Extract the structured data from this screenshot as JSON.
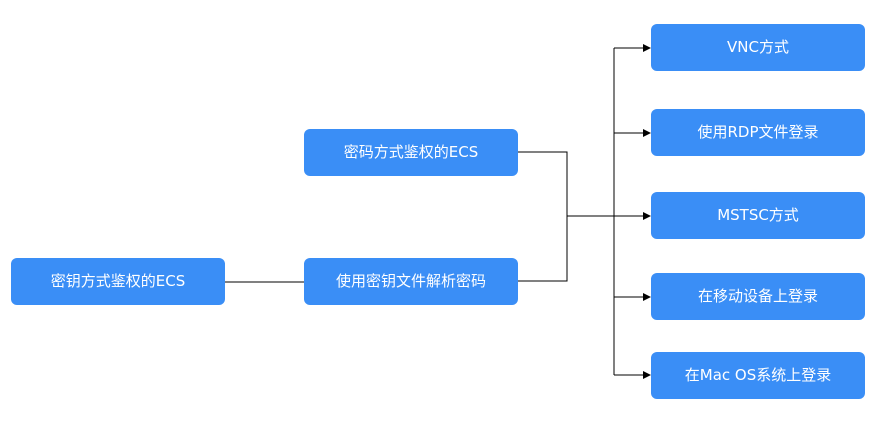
{
  "nodes": {
    "key_auth_ecs": "密钥方式鉴权的ECS",
    "password_auth_ecs": "密码方式鉴权的ECS",
    "decrypt_with_key_file": "使用密钥文件解析密码",
    "vnc": "VNC方式",
    "rdp_file_login": "使用RDP文件登录",
    "mstsc": "MSTSC方式",
    "mobile_login": "在移动设备上登录",
    "mac_os_login": "在Mac OS系统上登录"
  },
  "edges": [
    {
      "from": "key_auth_ecs",
      "to": "decrypt_with_key_file"
    },
    {
      "from": "password_auth_ecs",
      "to": "vnc"
    },
    {
      "from": "password_auth_ecs",
      "to": "rdp_file_login"
    },
    {
      "from": "password_auth_ecs",
      "to": "mstsc"
    },
    {
      "from": "password_auth_ecs",
      "to": "mobile_login"
    },
    {
      "from": "password_auth_ecs",
      "to": "mac_os_login"
    },
    {
      "from": "decrypt_with_key_file",
      "to": "vnc"
    },
    {
      "from": "decrypt_with_key_file",
      "to": "rdp_file_login"
    },
    {
      "from": "decrypt_with_key_file",
      "to": "mstsc"
    },
    {
      "from": "decrypt_with_key_file",
      "to": "mobile_login"
    },
    {
      "from": "decrypt_with_key_file",
      "to": "mac_os_login"
    }
  ],
  "colors": {
    "node_fill": "#3a8ef6",
    "node_text": "#ffffff",
    "connector": "#000000"
  }
}
